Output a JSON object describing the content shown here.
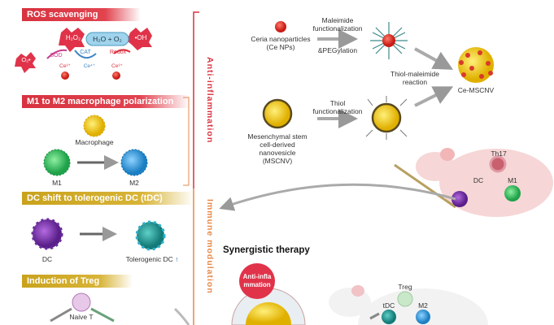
{
  "left_panel": {
    "ros": {
      "title": "ROS scavenging",
      "h2o2": "H₂O₂",
      "h2o_o2": "H₂O + O₂",
      "oh": "•OH",
      "o2": "O₂•",
      "sod": "SOD",
      "cat": "CAT",
      "redox": "Redox",
      "ce3_left": "Ce³⁺",
      "ce4": "Ce⁴⁺",
      "ce3_right": "Ce³⁺"
    },
    "macrophage": {
      "title": "M1 to M2 macrophage polarization",
      "macrophage_label": "Macrophage",
      "m1_label": "M1",
      "m2_label": "M2"
    },
    "dc": {
      "title": "DC shift to tolerogenic DC (tDC)",
      "dc_label": "DC",
      "tdc_label": "Tolerogenic DC"
    },
    "treg": {
      "title": "Induction of Treg",
      "naive_label": "Naive T"
    }
  },
  "side_labels": {
    "anti_inflammation": "Anti-inflammation",
    "immune_modulation": "Immune modulation"
  },
  "synthesis": {
    "ce_np_label": "Ceria nanoparticles (Ce NPs)",
    "maleimide_label": "Maleimide functionalization",
    "pegylation_label": "&PEGylation",
    "thiol_maleimide_label": "Thiol-maleimide reaction",
    "ce_mscnv_label": "Ce-MSCNV",
    "thiol_label": "Thiol functionalization",
    "mscnv_label": "Mesenchymal stem cell-derived nanovesicle (MSCNV)"
  },
  "disease_mouse": {
    "th17": "Th17",
    "dc": "DC",
    "m1": "M1"
  },
  "therapy": {
    "title": "Synergistic therapy",
    "anti_inflammation_badge": "Anti-infla mmation",
    "treg": "Treg",
    "tdc": "tDC",
    "m2": "M2"
  },
  "colors": {
    "red": "#d8323f",
    "gold": "#c9a21d",
    "orange": "#e58a4a"
  }
}
